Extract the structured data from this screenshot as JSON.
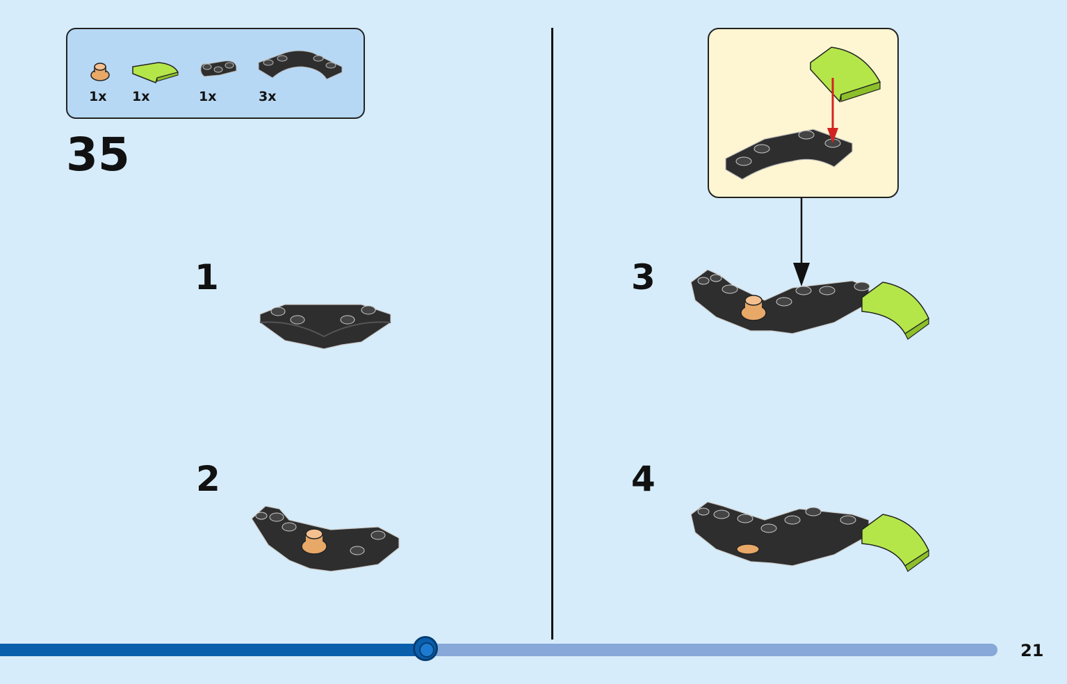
{
  "step_number": "35",
  "parts": [
    {
      "name": "round-plate-tan",
      "qty": "1x"
    },
    {
      "name": "curved-slope-lime",
      "qty": "1x"
    },
    {
      "name": "clip-plate-black",
      "qty": "1x"
    },
    {
      "name": "curved-plate-black",
      "qty": "3x"
    }
  ],
  "sub_steps": [
    "1",
    "2",
    "3",
    "4"
  ],
  "page_number": "21",
  "progress": 0.4267,
  "colors": {
    "background": "#d6ecfa",
    "parts_box": "#b6d8f4",
    "callout": "#fef6d2",
    "black_brick": "#2e2e2e",
    "lime_brick": "#b4e64a",
    "tan_brick": "#e8a868",
    "arrow_red": "#d32222",
    "progress_fill": "#0a5fad",
    "progress_track": "#87a8d8"
  }
}
